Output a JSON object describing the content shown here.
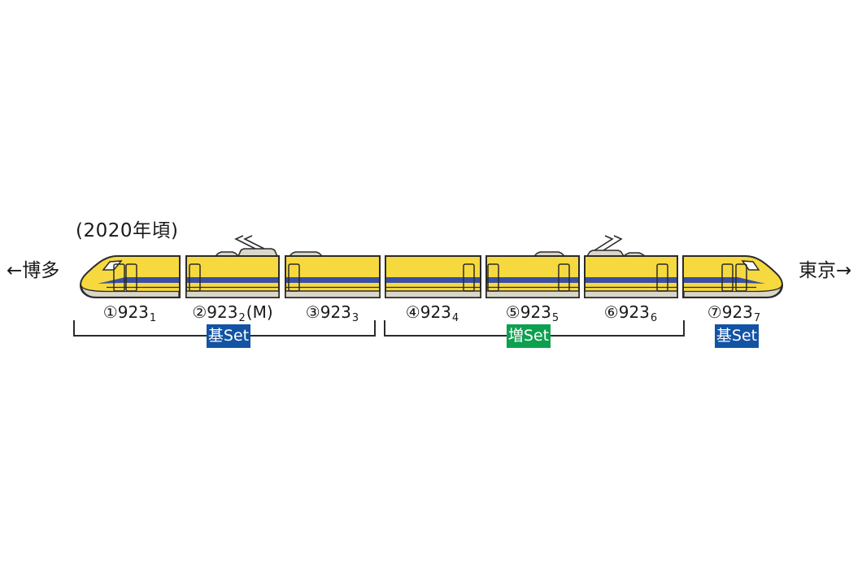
{
  "title": {
    "era": "(2020年頃)"
  },
  "directions": {
    "left": "←博多",
    "right": "東京→"
  },
  "colors": {
    "body": "#F6D93E",
    "stripe": "#3A4FA3",
    "skirt": "#DAD6CA",
    "outline": "#2B2B2B",
    "windshield": "#FFFFFF",
    "set_base": "#1253A4",
    "set_addon": "#0CA04F",
    "text": "#1A1A1A"
  },
  "train": {
    "description": "Type 923 Doctor Yellow 7-car formation",
    "cars": [
      {
        "circled": "①",
        "series": "923",
        "sub": "1",
        "suffix": "",
        "doors": "front-pair",
        "roof": "none"
      },
      {
        "circled": "②",
        "series": "923",
        "sub": "2",
        "suffix": "(M)",
        "doors": "left",
        "roof": "dome-pantograph"
      },
      {
        "circled": "③",
        "series": "923",
        "sub": "3",
        "suffix": "",
        "doors": "left",
        "roof": "small-box"
      },
      {
        "circled": "④",
        "series": "923",
        "sub": "4",
        "suffix": "",
        "doors": "right",
        "roof": "none"
      },
      {
        "circled": "⑤",
        "series": "923",
        "sub": "5",
        "suffix": "",
        "doors": "both",
        "roof": "small-box"
      },
      {
        "circled": "⑥",
        "series": "923",
        "sub": "6",
        "suffix": "",
        "doors": "right",
        "roof": "dome-pantograph"
      },
      {
        "circled": "⑦",
        "series": "923",
        "sub": "7",
        "suffix": "",
        "doors": "rear-pair",
        "roof": "none"
      }
    ]
  },
  "sets": [
    {
      "label": "基Set",
      "color": "#1253A4",
      "bracket": true
    },
    {
      "label": "増Set",
      "color": "#0CA04F",
      "bracket": true
    },
    {
      "label": "基Set",
      "color": "#1253A4",
      "bracket": false
    }
  ]
}
